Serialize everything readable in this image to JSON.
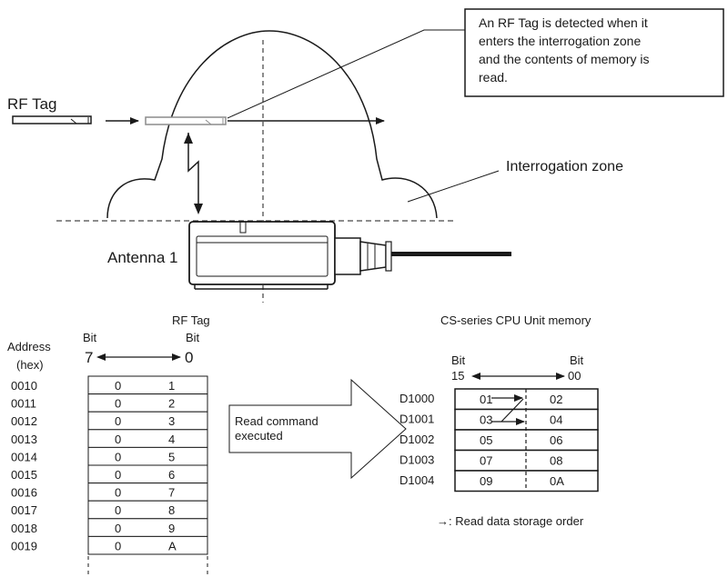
{
  "callout": {
    "lines": [
      "An RF Tag is detected when it",
      "enters the interrogation zone",
      "and the contents of memory is",
      "read."
    ]
  },
  "labels": {
    "rf_tag": "RF Tag",
    "interrogation_zone": "Interrogation zone",
    "antenna": "Antenna 1"
  },
  "rf_table": {
    "title": "RF Tag",
    "address_label": "Address",
    "hex_label": "(hex)",
    "bit_left": "Bit",
    "bit_right": "Bit",
    "bit_left_num": "7",
    "bit_right_num": "0",
    "rows": [
      {
        "addr": "0010",
        "hi": "0",
        "lo": "1"
      },
      {
        "addr": "0011",
        "hi": "0",
        "lo": "2"
      },
      {
        "addr": "0012",
        "hi": "0",
        "lo": "3"
      },
      {
        "addr": "0013",
        "hi": "0",
        "lo": "4"
      },
      {
        "addr": "0014",
        "hi": "0",
        "lo": "5"
      },
      {
        "addr": "0015",
        "hi": "0",
        "lo": "6"
      },
      {
        "addr": "0016",
        "hi": "0",
        "lo": "7"
      },
      {
        "addr": "0017",
        "hi": "0",
        "lo": "8"
      },
      {
        "addr": "0018",
        "hi": "0",
        "lo": "9"
      },
      {
        "addr": "0019",
        "hi": "0",
        "lo": "A"
      }
    ]
  },
  "command": {
    "line1": "Read command",
    "line2": "executed"
  },
  "cpu_table": {
    "title": "CS-series CPU Unit memory",
    "bit_left": "Bit",
    "bit_right": "Bit",
    "bit_left_num": "15",
    "bit_right_num": "00",
    "rows": [
      {
        "addr": "D1000",
        "hi": "01",
        "lo": "02"
      },
      {
        "addr": "D1001",
        "hi": "03",
        "lo": "04"
      },
      {
        "addr": "D1002",
        "hi": "05",
        "lo": "06"
      },
      {
        "addr": "D1003",
        "hi": "07",
        "lo": "08"
      },
      {
        "addr": "D1004",
        "hi": "09",
        "lo": "0A"
      }
    ],
    "note": "→: Read data storage order"
  }
}
